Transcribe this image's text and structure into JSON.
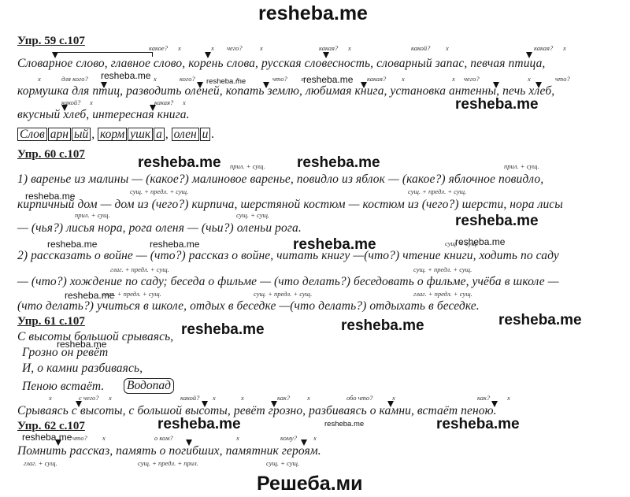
{
  "site": {
    "title": "resheba.me",
    "footer": "Решеба.ми"
  },
  "watermark": {
    "text": "resheba.me"
  },
  "ex59": {
    "header": "Упр. 59 с.107",
    "line1": "Словарное слово, главное слово, корень слова, русская словесность, словарный запас, певчая птица,",
    "line2": "кормушка для птиц, разводить оленей, копать землю, любимая  книга, установка антенны, печь хлеб,",
    "line3": "вкусный хлеб, интересная книга.",
    "q_line1": [
      "какое?",
      "х",
      "х",
      "чего?",
      "х",
      "какая?",
      "х",
      "какой?",
      "х",
      "какая?",
      "х"
    ],
    "q_line2": [
      "х",
      "для кого?",
      "х",
      "кого?",
      "х",
      "что?",
      "х",
      "какая?",
      "х",
      "х",
      "чего?",
      "х",
      "что?"
    ],
    "q_line3": [
      "какой?",
      "х",
      "какая?",
      "х"
    ],
    "words": {
      "w1": [
        "Слов",
        "арн",
        "ый"
      ],
      "w2": [
        "корм",
        "ушк",
        "а"
      ],
      "w3": [
        "олен",
        "и"
      ]
    }
  },
  "ex60": {
    "header": "Упр. 60 с.107",
    "line1": "1) варенье из малины — (какое?) малиновое варенье, повидло из яблок — (какое?) яблочное повидло,",
    "line2": "кирпичный дом — дом из (чего?) кирпича, шерстяной костюм — костюм из (чего?) шерсти, нора лисы",
    "line3": "— (чья?) лисья нора, рога оленя — (чьи?) оленьи рога.",
    "line4": "2) рассказать о войне — (что?) рассказ о войне, читать книгу —(что?) чтение книги, ходить по саду",
    "line5": "— (что?) хождение по саду; беседа о фильме — (что делать?) беседовать о фильме, учёба в школе —",
    "line6": "(что делать?) учиться в школе, отдых в беседке —(что делать?) отдыхать в беседке.",
    "labels": {
      "a1": "прил. + сущ.",
      "a2": "прил. + сущ.",
      "a3": "сущ. + предл. + сущ.",
      "a4": "сущ. + предл. + сущ.",
      "a5": "прил. + сущ.",
      "a6": "сущ. + сущ.",
      "a7": "сущ. + сущ.",
      "a8": "глаг. + предл. + сущ.",
      "a9": "сущ. + предл. + сущ.",
      "a10": "глаг. + предл. + сущ.",
      "a11": "сущ. + предл. + сущ.",
      "a12": "глаг. + предл. + сущ."
    }
  },
  "ex61": {
    "header": "Упр. 61 с.107",
    "poem": [
      "С высоты большой срываясь,",
      "Грозно он ревёт",
      "И, о камни разбиваясь,",
      "Пеною встаёт."
    ],
    "word": "Водопад",
    "line": "Срываясь с высоты, с большой высоты, ревёт грозно, разбиваясь о камни, встаёт пеною.",
    "q": [
      "х",
      "с чего?",
      "х",
      "какой?",
      "х",
      "х",
      "как?",
      "х",
      "обо что?",
      "х",
      "как?",
      "х"
    ]
  },
  "ex62": {
    "header": "Упр. 62 с.107",
    "line": "Помнить рассказ, память о погибших, памятник героям.",
    "q": [
      "что?",
      "х",
      "о ком?",
      "х",
      "кому?",
      "х"
    ],
    "labels": [
      "глаг.  +   сущ.",
      "сущ.  +  предл.  +  прил.",
      "сущ.  +   сущ."
    ]
  }
}
